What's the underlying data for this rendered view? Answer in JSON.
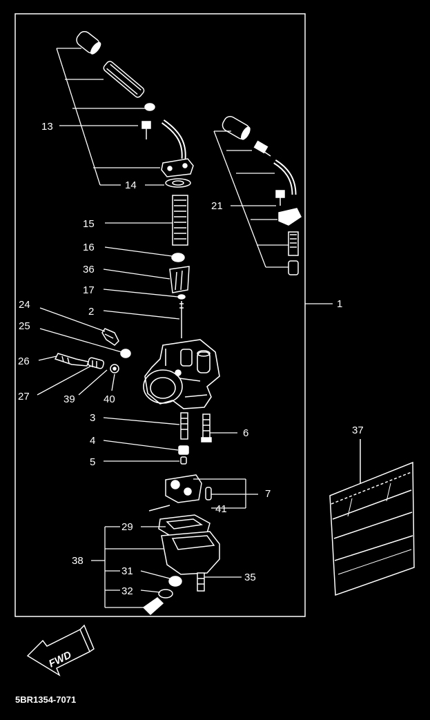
{
  "diagram": {
    "drawing_code": "5BR1354-7071",
    "fwd_label": "FWD",
    "callouts": {
      "c1": "1",
      "c2": "2",
      "c3": "3",
      "c4": "4",
      "c5": "5",
      "c6": "6",
      "c7": "7",
      "c13": "13",
      "c14": "14",
      "c15": "15",
      "c16": "16",
      "c17": "17",
      "c21": "21",
      "c24": "24",
      "c25": "25",
      "c26": "26",
      "c27": "27",
      "c29": "29",
      "c31": "31",
      "c32": "32",
      "c35": "35",
      "c36": "36",
      "c37": "37",
      "c38": "38",
      "c39": "39",
      "c40": "40",
      "c41": "41"
    }
  }
}
